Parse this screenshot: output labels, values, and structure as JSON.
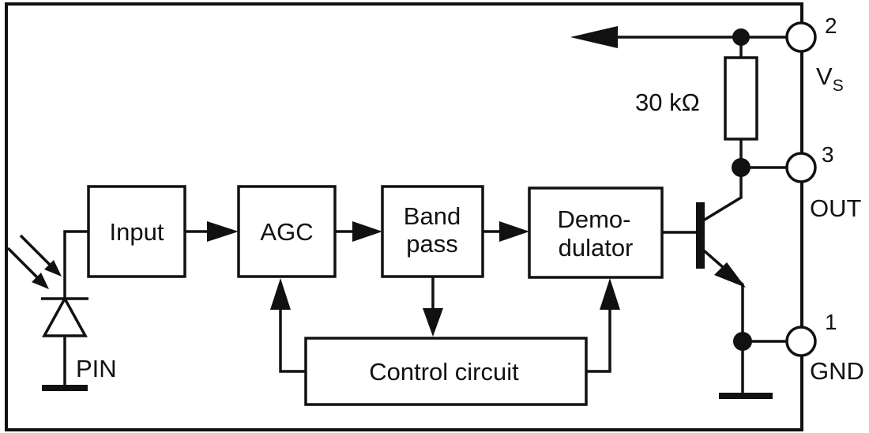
{
  "blocks": {
    "input": [
      "Input"
    ],
    "agc": [
      "AGC"
    ],
    "bandpass": [
      "Band",
      "pass"
    ],
    "demodulator": [
      "Demo-",
      "dulator"
    ],
    "control": [
      "Control circuit"
    ]
  },
  "resistor_label": "30 kΩ",
  "photodiode_label": "PIN",
  "pins": [
    {
      "number": "2",
      "name": "V",
      "subscript": "S"
    },
    {
      "number": "3",
      "name": "OUT"
    },
    {
      "number": "1",
      "name": "GND"
    }
  ]
}
